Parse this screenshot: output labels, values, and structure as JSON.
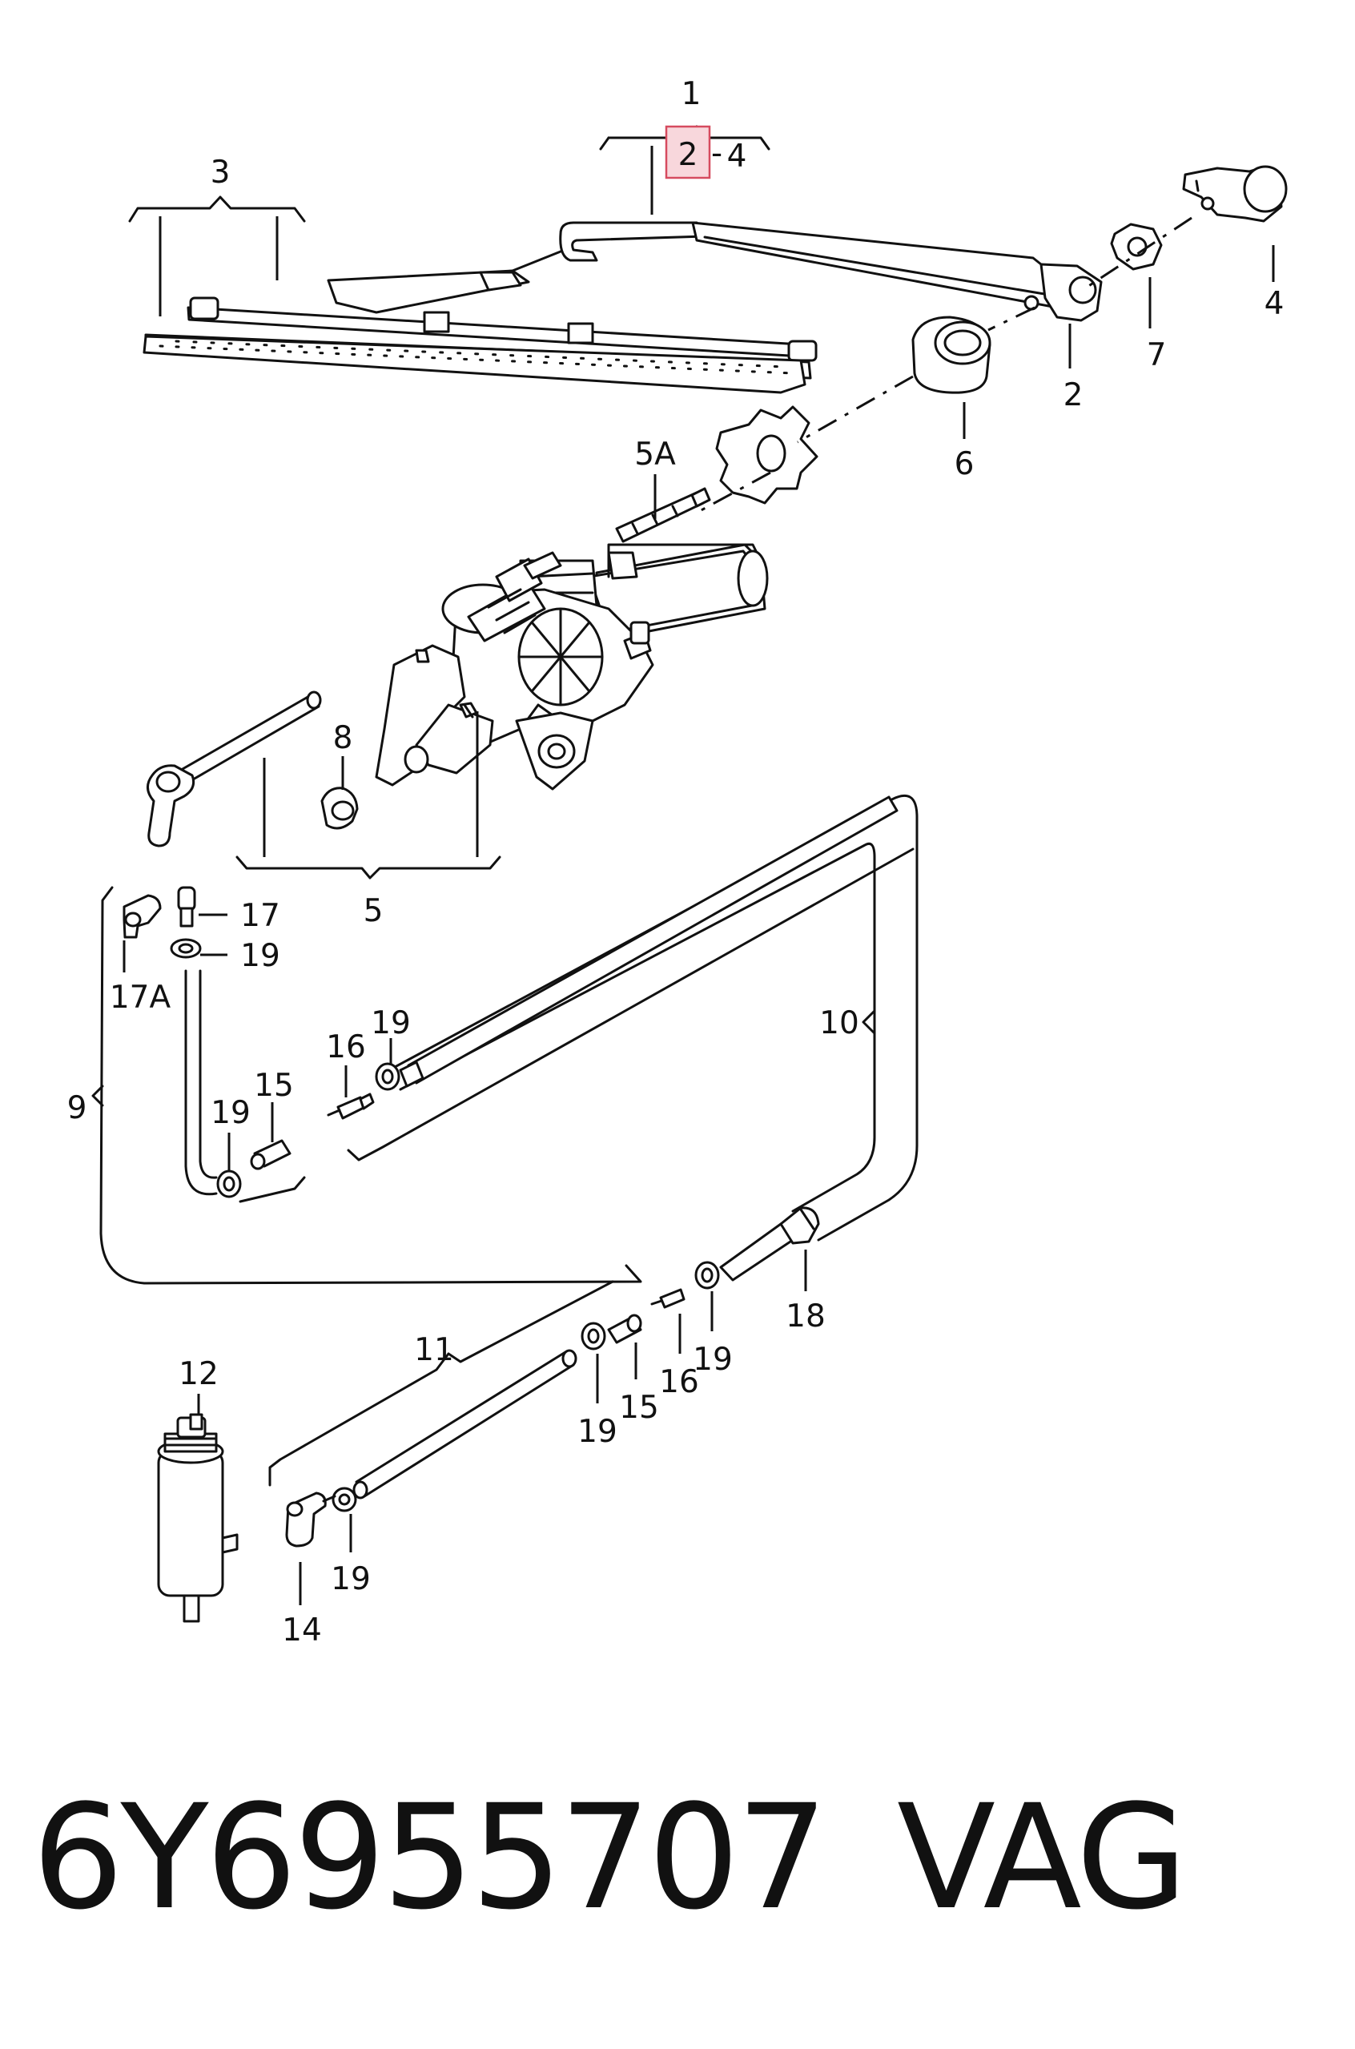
{
  "callouts": {
    "c1": "1",
    "c2_top": "2",
    "c4_top": "4",
    "c3": "3",
    "c4": "4",
    "c2": "2",
    "c7": "7",
    "c6": "6",
    "c5A": "5A",
    "c8": "8",
    "c5": "5",
    "c17": "17",
    "c19_a": "19",
    "c17A": "17A",
    "c9": "9",
    "c10": "10",
    "c16_a": "16",
    "c19_b": "19",
    "c15_a": "15",
    "c19_c": "19",
    "c18": "18",
    "c11": "11",
    "c19_d": "19",
    "c16_b": "16",
    "c19_e": "19",
    "c15_b": "15",
    "c12": "12",
    "c19_f": "19",
    "c14": "14"
  },
  "highlight_color": "#f8d7dc",
  "footer": {
    "part_number": "6Y6955707",
    "brand": "VAG"
  }
}
